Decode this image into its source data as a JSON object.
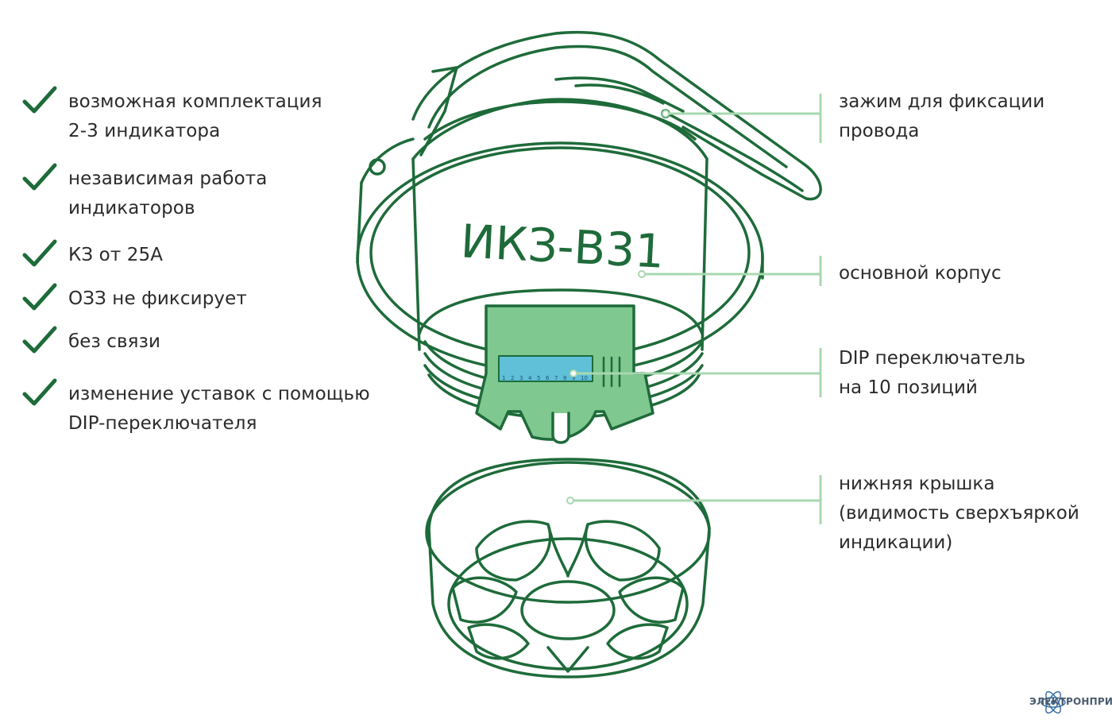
{
  "features": [
    {
      "lines": [
        "возможная комплектация",
        "2-3 индикатора"
      ]
    },
    {
      "lines": [
        "независимая работа",
        "индикаторов"
      ]
    },
    {
      "lines": [
        "КЗ от 25А"
      ]
    },
    {
      "lines": [
        "ОЗЗ не фиксирует"
      ]
    },
    {
      "lines": [
        "без связи"
      ]
    },
    {
      "lines": [
        "изменение уставок с помощью",
        "DIP-переключателя"
      ]
    }
  ],
  "device": {
    "label": "ИКЗ-В31",
    "dip_numbers": [
      "1",
      "2",
      "3",
      "4",
      "5",
      "6",
      "7",
      "8",
      "9",
      "10"
    ]
  },
  "callouts": [
    {
      "lines": [
        "зажим для фиксации",
        "провода"
      ]
    },
    {
      "lines": [
        "основной корпус"
      ]
    },
    {
      "lines": [
        "DIP переключатель",
        "на 10 позиций"
      ]
    },
    {
      "lines": [
        "нижняя крышка",
        "(видимость сверхъяркой",
        "индикации)"
      ]
    }
  ],
  "logo": {
    "text": "ЭЛЕКТРОНПРИБОР"
  },
  "colors": {
    "accent": "#1e6b3a",
    "fill": "#7fc890",
    "leader": "#a8d8b0",
    "dip": "#5fc0d8"
  }
}
